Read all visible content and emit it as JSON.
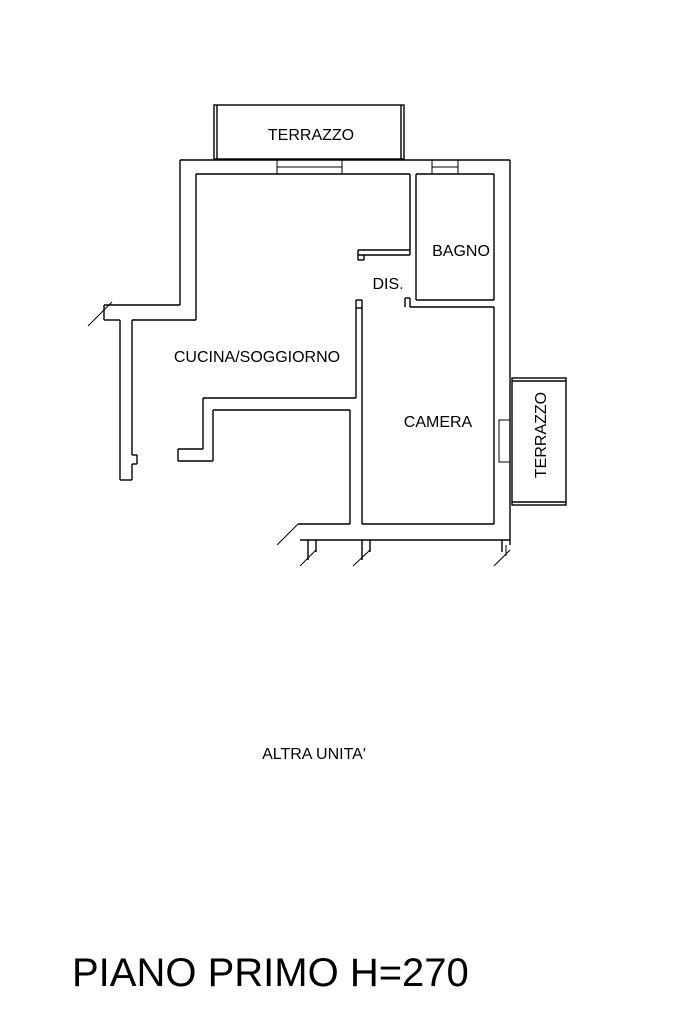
{
  "labels": {
    "terrazzo_top": "TERRAZZO",
    "terrazzo_right": "TERRAZZO",
    "bagno": "BAGNO",
    "dis": "DIS.",
    "cucina_soggiorno": "CUCINA/SOGGIORNO",
    "camera": "CAMERA",
    "altra_unita": "ALTRA UNITA'"
  },
  "title": "PIANO PRIMO H=270",
  "colors": {
    "ink": "#000000",
    "background": "#ffffff"
  }
}
